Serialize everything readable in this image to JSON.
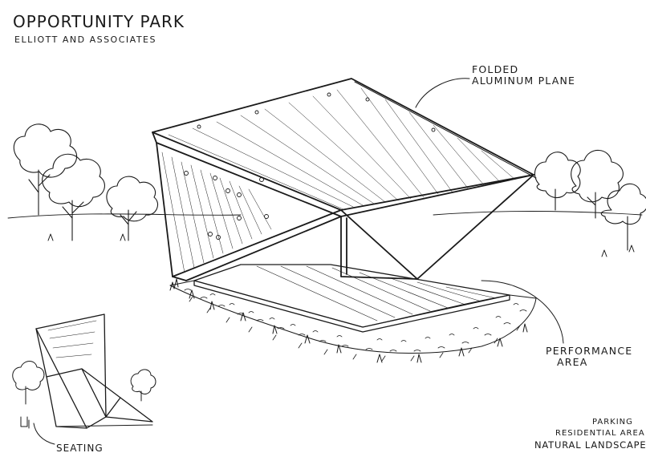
{
  "header": {
    "title": "OPPORTUNITY PARK",
    "subtitle": "ELLIOTT AND ASSOCIATES"
  },
  "annotations": {
    "folded_plane": {
      "line1": "FOLDED",
      "line2": "ALUMINUM PLANE"
    },
    "performance_area": {
      "line1": "PERFORMANCE",
      "line2": "AREA"
    },
    "seating": "SEATING"
  },
  "legend": {
    "parking": "PARKING",
    "residential": "RESIDENTIAL AREA",
    "natural": "NATURAL LANDSCAPE"
  },
  "colors": {
    "ink": "#1a1a1a",
    "paper": "#ffffff"
  }
}
